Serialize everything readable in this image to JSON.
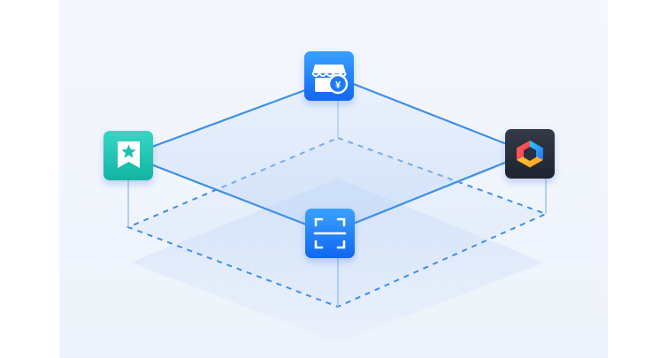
{
  "diagram": {
    "nodes": [
      {
        "id": "store",
        "icon": "store-yen-icon",
        "style": "blue",
        "label": "¥"
      },
      {
        "id": "badge",
        "icon": "bookmark-star-icon",
        "style": "teal"
      },
      {
        "id": "scan",
        "icon": "scan-frame-icon",
        "style": "blue"
      },
      {
        "id": "app",
        "icon": "hexagon-app-icon",
        "style": "dark"
      }
    ],
    "edges": [
      {
        "from": "store",
        "to": "badge",
        "layer": "top",
        "style": "solid"
      },
      {
        "from": "store",
        "to": "app",
        "layer": "top",
        "style": "solid"
      },
      {
        "from": "badge",
        "to": "scan",
        "layer": "top",
        "style": "solid"
      },
      {
        "from": "scan",
        "to": "app",
        "layer": "top",
        "style": "solid"
      }
    ],
    "colors": {
      "background": "#f2f6fd",
      "solid_line": "#3d8fe8",
      "dashed_line": "#3d8fe8",
      "plane_fill": "#c9dcf8",
      "blue_tile_top": "#3aa1ff",
      "blue_tile_bottom": "#1166f0",
      "teal_tile_top": "#37d6c5",
      "teal_tile_bottom": "#13b3a2",
      "dark_tile": "#2a2f3c"
    }
  }
}
